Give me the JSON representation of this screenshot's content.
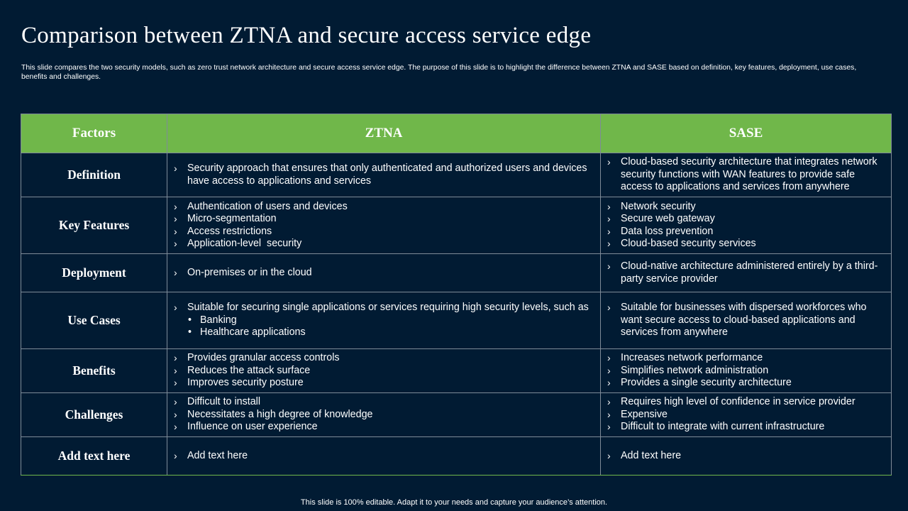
{
  "title": "Comparison between ZTNA and secure access service edge",
  "subtitle": "This slide compares the two security models, such as zero trust network architecture and secure access service edge. The purpose of this slide is to highlight the difference between ZTNA and SASE  based on definition, key features, deployment, use cases, benefits and challenges.",
  "colors": {
    "background": "#011b33",
    "header_green": "#70b74a",
    "cell_border": "#7f8b98",
    "text": "#ffffff"
  },
  "table": {
    "headers": [
      "Factors",
      "ZTNA",
      "SASE"
    ],
    "rows": [
      {
        "factor": "Definition",
        "ztna": [
          "Security approach that ensures that only authenticated and authorized users and devices have access to applications and services"
        ],
        "sase": [
          "Cloud-based security architecture that integrates network security functions with WAN features to provide safe access to applications and services from anywhere"
        ]
      },
      {
        "factor": "Key Features",
        "ztna": [
          "Authentication of users and devices",
          "Micro-segmentation",
          "Access restrictions",
          "Application-level  security"
        ],
        "sase": [
          "Network security",
          "Secure web gateway",
          "Data loss prevention",
          "Cloud-based security services"
        ]
      },
      {
        "factor": "Deployment",
        "ztna": [
          "On-premises or in the cloud"
        ],
        "sase": [
          "Cloud-native architecture administered entirely by a third-party service provider"
        ]
      },
      {
        "factor": "Use Cases",
        "ztna": [
          "Suitable for securing single applications or services requiring high security levels, such as"
        ],
        "ztna_sub": [
          "Banking",
          "Healthcare applications"
        ],
        "sase": [
          "Suitable for businesses with dispersed workforces who want secure access to cloud-based applications and services from anywhere"
        ]
      },
      {
        "factor": "Benefits",
        "ztna": [
          "Provides granular access controls",
          "Reduces the attack surface",
          "Improves security posture"
        ],
        "sase": [
          "Increases network performance",
          "Simplifies network administration",
          "Provides a single security architecture"
        ]
      },
      {
        "factor": "Challenges",
        "ztna": [
          "Difficult to install",
          "Necessitates a high degree of knowledge",
          "Influence on user experience"
        ],
        "sase": [
          "Requires high level of confidence in service provider",
          "Expensive",
          "Difficult to integrate with current infrastructure"
        ]
      },
      {
        "factor": "Add text here",
        "ztna": [
          "Add text here"
        ],
        "sase": [
          "Add text here"
        ]
      }
    ]
  },
  "footer": "This slide is 100% editable. Adapt it to your needs and capture your audience’s attention.",
  "icons": {
    "list_marker": "chevron-right-icon",
    "sub_marker": "bullet-icon"
  }
}
